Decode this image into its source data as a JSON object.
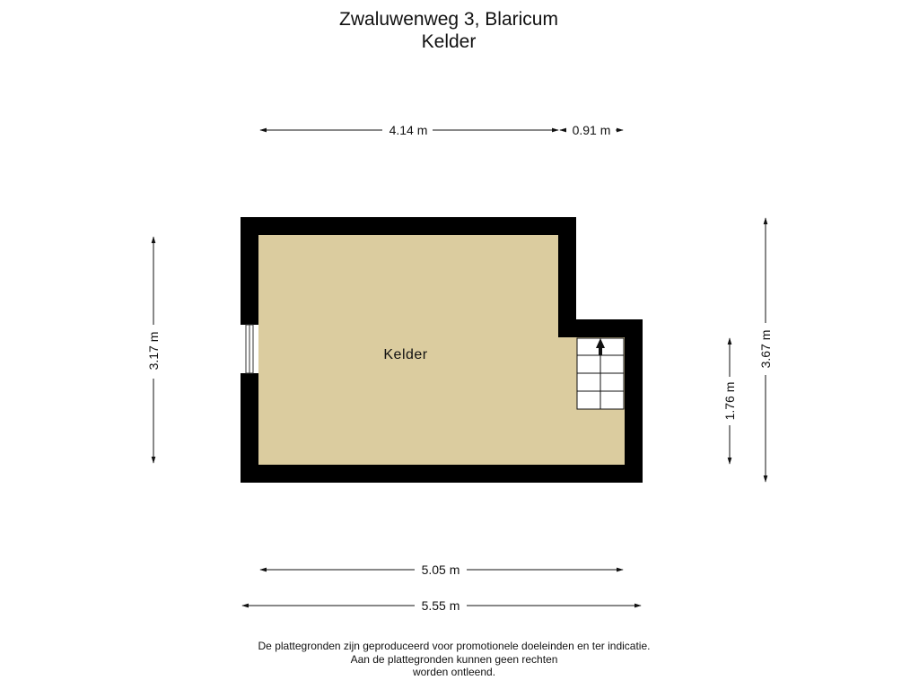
{
  "header": {
    "address": "Zwaluwenweg 3, Blaricum",
    "floor": "Kelder"
  },
  "plan": {
    "room_label": "Kelder",
    "colors": {
      "wall": "#000000",
      "floor": "#dbcc9f",
      "background": "#ffffff"
    },
    "dimensions": {
      "top_main": "4.14 m",
      "top_extension": "0.91 m",
      "left_height": "3.17 m",
      "right_outer_height": "3.67 m",
      "right_inner_height": "1.76 m",
      "bottom_inner_width": "5.05 m",
      "bottom_outer_width": "5.55 m"
    }
  },
  "footer": {
    "line1": "De plattegronden zijn geproduceerd voor promotionele doeleinden en ter indicatie.",
    "line2": "Aan de plattegronden kunnen geen rechten",
    "line3": "worden ontleend."
  }
}
